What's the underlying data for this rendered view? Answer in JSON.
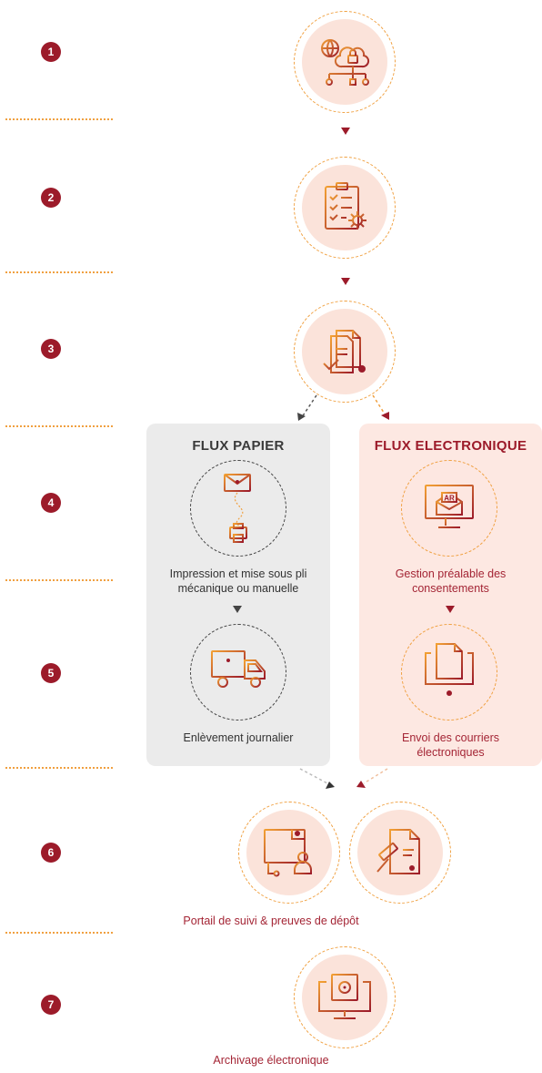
{
  "steps": [
    "1",
    "2",
    "3",
    "4",
    "5",
    "6",
    "7"
  ],
  "flux_papier": {
    "title": "FLUX PAPIER",
    "step1_text": "Impression et mise sous pli\nmécanique ou manuelle",
    "step2_text": "Enlèvement journalier"
  },
  "flux_electronique": {
    "title": "FLUX ELECTRONIQUE",
    "icon_label": "AR",
    "step1_text": "Gestion préalable des\nconsentements",
    "step2_text": "Envoi des courriers\nélectroniques"
  },
  "captions": {
    "portal": "Portail de suivi & preuves de dépôt",
    "archive": "Archivage électronique"
  },
  "colors": {
    "accent_red": "#9c1b2a",
    "accent_orange": "#f0a040",
    "halo_fill": "#fbe3da",
    "paper_panel": "#ebebeb",
    "electronic_panel": "#fde8e2"
  },
  "icons": {
    "step1": "network-cloud-lock-icon",
    "step2": "checklist-gear-icon",
    "step3": "documents-check-icon",
    "paper_a": "envelope-printer-icon",
    "paper_b": "delivery-truck-icon",
    "electronic_a": "monitor-envelope-ar-icon",
    "electronic_b": "monitor-document-icon",
    "step6_a": "tracking-portal-user-icon",
    "step6_b": "legal-proof-gavel-icon",
    "step7": "monitor-safe-icon"
  }
}
